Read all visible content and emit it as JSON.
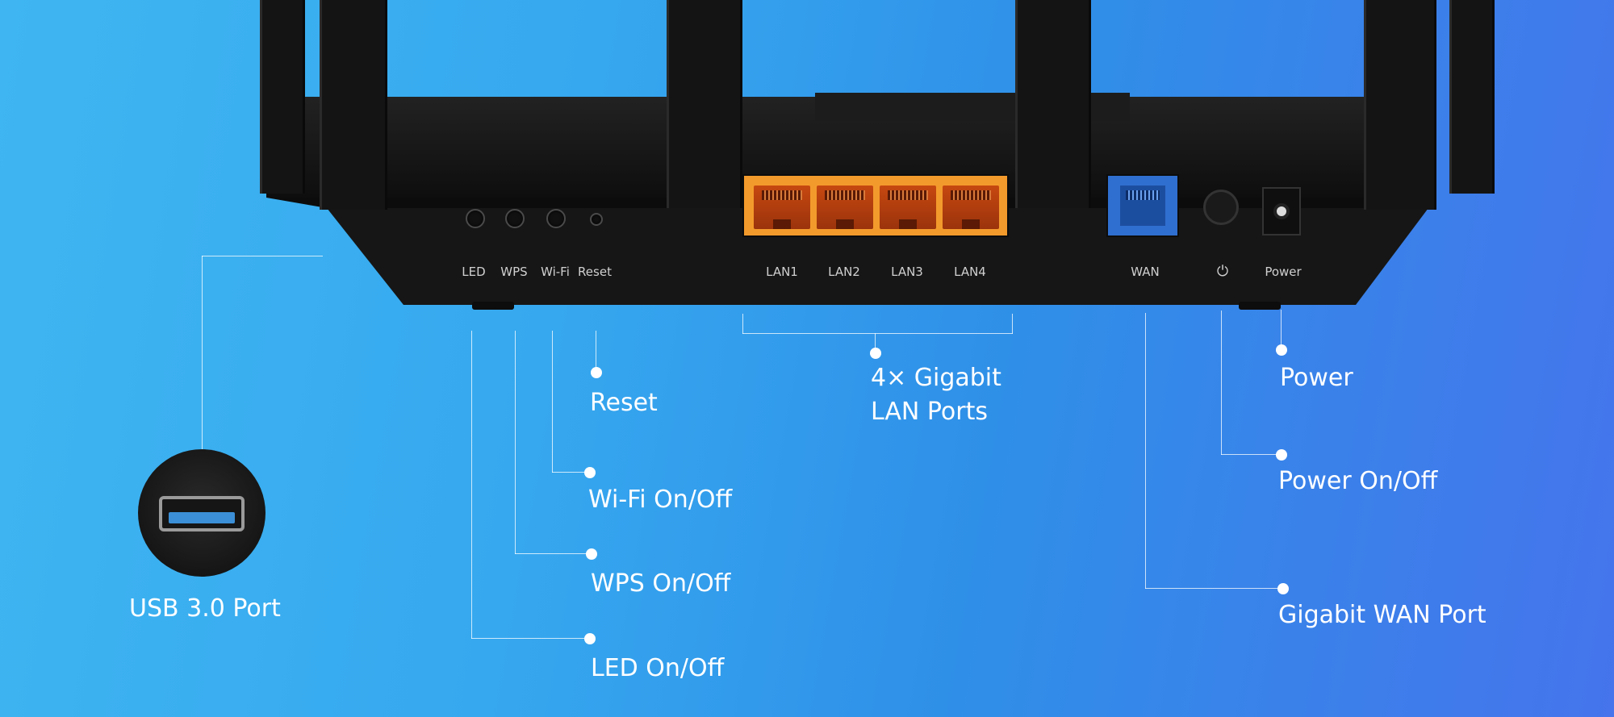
{
  "device_labels": {
    "led": "LED",
    "wps": "WPS",
    "wifi": "Wi-Fi",
    "reset": "Reset",
    "lan1": "LAN1",
    "lan2": "LAN2",
    "lan3": "LAN3",
    "lan4": "LAN4",
    "wan": "WAN",
    "power_symbol": "⏻",
    "power": "Power"
  },
  "callouts": {
    "usb": "USB 3.0 Port",
    "reset": "Reset",
    "wifi": "Wi-Fi On/Off",
    "wps": "WPS On/Off",
    "led": "LED On/Off",
    "lan_line1": "4× Gigabit",
    "lan_line2": "LAN Ports",
    "power": "Power",
    "power_onoff": "Power On/Off",
    "wan": "Gigabit WAN Port"
  },
  "colors": {
    "lan_port": "#f39a2c",
    "wan_port": "#2f6fd0",
    "router_body": "#151515",
    "background_start": "#3fb6f1",
    "background_end": "#4574ec"
  }
}
